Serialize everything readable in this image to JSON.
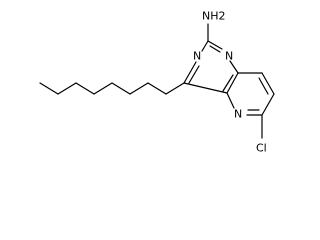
{
  "structure": {
    "atom_labels": {
      "amine": "NH2",
      "n1": "N",
      "n3": "N",
      "n5": "N",
      "chloro": "Cl"
    },
    "colors": {
      "bond": "#000000",
      "label": "#000000",
      "background": "#ffffff"
    }
  }
}
